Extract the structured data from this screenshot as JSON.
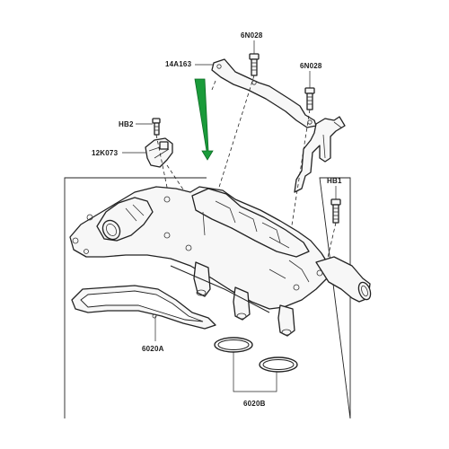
{
  "labels": {
    "6N028_top": "6N028",
    "14A163": "14A163",
    "6N028_right": "6N028",
    "HB2": "HB2",
    "12K073": "12K073",
    "HB1": "HB1",
    "6020A": "6020A",
    "6020B": "6020B"
  },
  "colors": {
    "highlight_arrow": "#1a9b3a",
    "line": "#222222",
    "part_fill": "#f7f7f7"
  }
}
